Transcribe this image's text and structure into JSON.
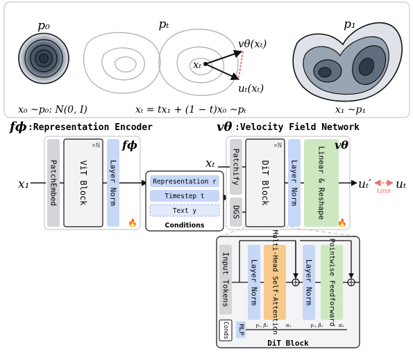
{
  "top": {
    "p0_label": "p₀",
    "pt_label": "pₜ",
    "p1_label": "p₁",
    "vtheta_label": "vθ(xₜ)",
    "xt_label": "xₜ",
    "ut_label": "uₜ(xₜ)",
    "eq_left": "x₀ ~p₀: N(0, I)",
    "eq_mid": "xₜ = tx₁ + (1 − t)x₀  ~pₜ",
    "eq_right": "x₁ ~p₁"
  },
  "encoder": {
    "heading_symbol": "fϕ",
    "heading_text": ":Representation Encoder",
    "corner_symbol": "fϕ",
    "patch_embed": "PatchEmbed",
    "vit_block": "ViT Block",
    "repeat": "×N",
    "layer_norm": "Layer Norm",
    "fire": "🔥"
  },
  "input_x1": "x₁",
  "conditions": {
    "representation": "Representation r",
    "timestep": "Timestep t",
    "text": "Text y",
    "caption": "Conditions"
  },
  "velocity": {
    "heading_symbol": "vθ",
    "heading_text": ":Velocity Field Network",
    "corner_symbol": "vθ",
    "input_xt": "xₜ",
    "patchify": "Patchify",
    "dgs": "DGS",
    "dit_block": "DiT Block",
    "repeat": "×N",
    "layer_norm": "Layer Norm",
    "linear_reshape": "Linear & Reshape",
    "output_prime": "uₜ′",
    "output_target": "uₜ",
    "loss": "Loss",
    "fire": "🔥"
  },
  "dit_detail": {
    "input_tokens": "Input Tokens",
    "layer_norm_1": "Layer Norm",
    "mhsa": "Multi-Head Self-Attention",
    "layer_norm_2": "Layer Norm",
    "pff": "Pointwise Feedforward",
    "mlp": "MLP",
    "conds": "Conds",
    "gamma1": "γ₁, β₁",
    "alpha1": "α₁",
    "gamma2": "γ₂, β₂",
    "alpha2": "α₂",
    "caption": "DiT Block"
  },
  "colors": {
    "gray_block": "#d4d4d9",
    "blue_norm": "#c7d7f7",
    "orange_attn": "#f7c98c",
    "green_ff": "#cde8c0",
    "loss_red": "#e8706a"
  }
}
